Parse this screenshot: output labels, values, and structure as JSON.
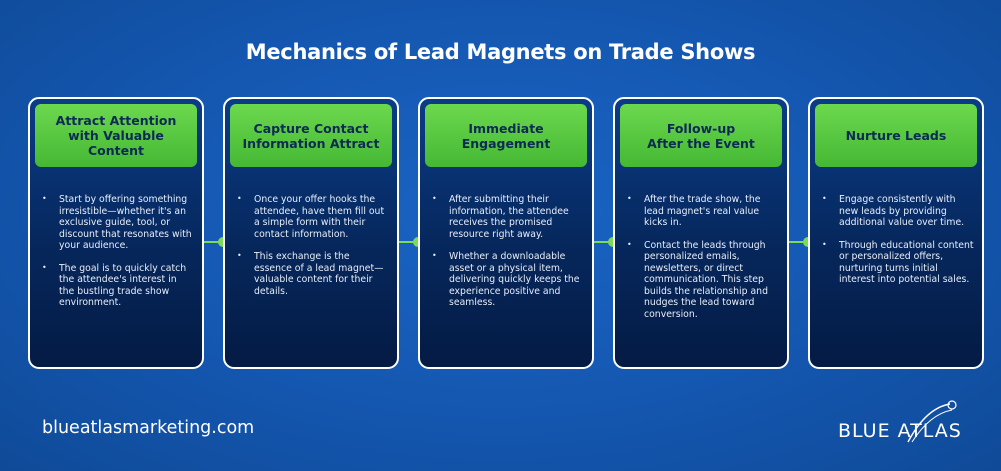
{
  "title": "Mechanics of Lead Magnets on Trade Shows",
  "steps": [
    {
      "header": "Attract Attention\nwith Valuable Content",
      "bullets": [
        "Start by offering something irresistible—whether it's an exclusive guide, tool, or discount that resonates with your audience.",
        "The goal is to quickly catch the attendee's interest in the bustling trade show environment."
      ]
    },
    {
      "header": "Capture Contact\nInformation Attract",
      "bullets": [
        "Once your offer hooks the attendee, have them fill out a simple form with their contact information.",
        "This exchange is the essence of a lead magnet—valuable content for their details."
      ]
    },
    {
      "header": "Immediate\nEngagement",
      "bullets": [
        "After submitting their information, the attendee receives the promised resource right away.",
        "Whether a downloadable asset or a physical item, delivering quickly keeps the experience positive and seamless."
      ]
    },
    {
      "header": "Follow-up\nAfter the Event",
      "bullets": [
        "After the trade show, the lead magnet's real value kicks in.",
        "Contact the leads through personalized emails, newsletters, or direct communication. This step builds the relationship and nudges the lead toward conversion."
      ]
    },
    {
      "header": "Nurture Leads",
      "bullets": [
        "Engage consistently with new leads by providing additional value over time.",
        "Through educational content or personalized offers, nurturing turns initial interest into potential sales."
      ]
    }
  ],
  "footer": {
    "url": "blueatlasmarketing.com",
    "logo_text": "BLUE ATLAS"
  },
  "colors": {
    "background": "#1457b0",
    "card": "#06275c",
    "header_green": "#5cc942",
    "connector": "#7ed957"
  }
}
